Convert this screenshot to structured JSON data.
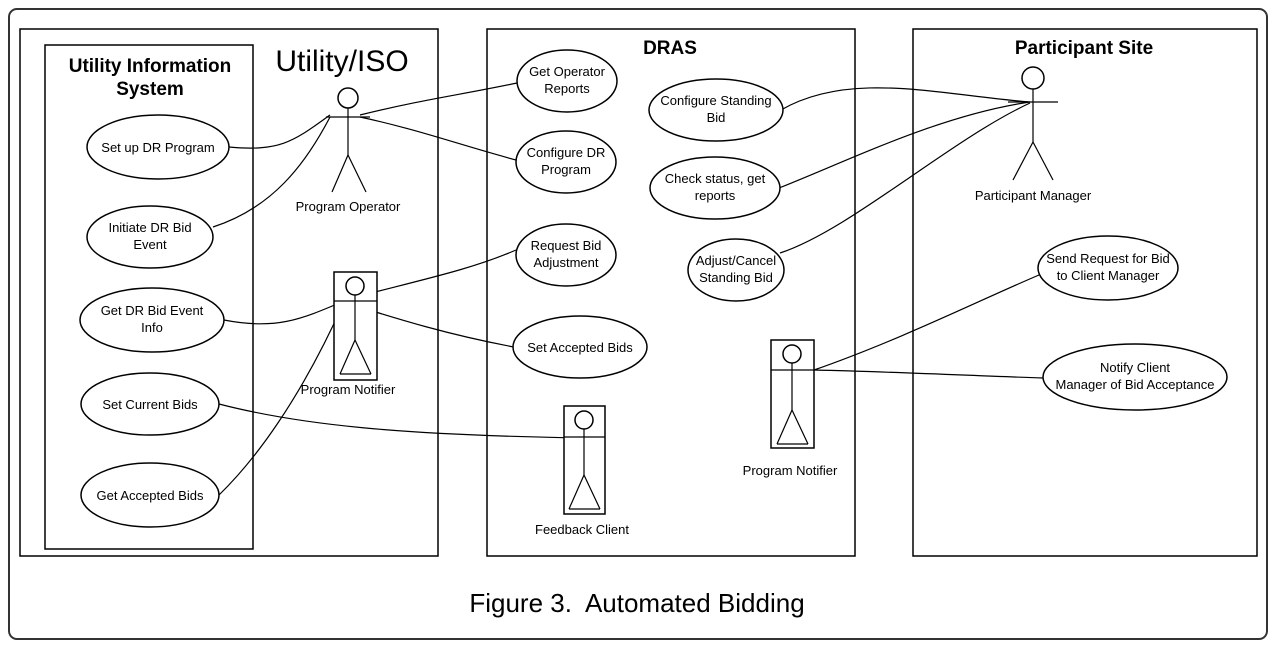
{
  "frame": {
    "caption": "Figure 3.  Automated Bidding"
  },
  "utility": {
    "title": "Utility/ISO",
    "uis_title": [
      "Utility Information",
      "System"
    ],
    "use_cases": {
      "setup": [
        "Set up DR Program"
      ],
      "initiate": [
        "Initiate DR Bid",
        "Event"
      ],
      "getinfo": [
        "Get DR Bid Event",
        "Info"
      ],
      "setbids": [
        "Set Current Bids"
      ],
      "getaccepted": [
        "Get Accepted Bids"
      ]
    },
    "actors": {
      "operator": "Program Operator",
      "notifier": "Program Notifier"
    }
  },
  "dras": {
    "title": "DRAS",
    "use_cases": {
      "reports": [
        "Get Operator",
        "Reports"
      ],
      "configdr": [
        "Configure DR",
        "Program"
      ],
      "adjust": [
        "Request Bid",
        "Adjustment"
      ],
      "accepted": [
        "Set Accepted Bids"
      ],
      "standing": [
        "Configure Standing",
        "Bid"
      ],
      "status": [
        "Check status, get",
        "reports"
      ],
      "cancel": [
        "Adjust/Cancel",
        "Standing Bid"
      ]
    },
    "actors": {
      "feedback": "Feedback Client",
      "notifier": "Program Notifier"
    }
  },
  "participant": {
    "title": "Participant Site",
    "use_cases": {
      "sendreq": [
        "Send Request for Bid",
        "to Client Manager"
      ],
      "notify": [
        "Notify Client",
        "Manager of Bid Acceptance"
      ]
    },
    "actors": {
      "manager": "Participant Manager"
    }
  }
}
